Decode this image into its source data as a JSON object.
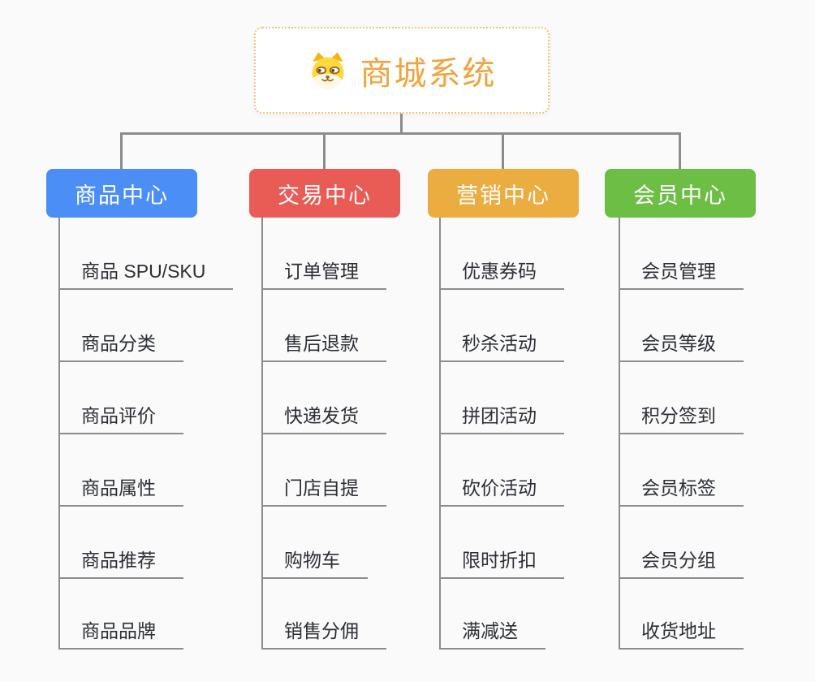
{
  "page": {
    "background": "#fafafa"
  },
  "root": {
    "title": "商城系统",
    "icon": "shiba-dog-icon",
    "text_color": "#F0A43E",
    "border_color": "#F2C479"
  },
  "connector_color": "#8c8c8c",
  "branches": [
    {
      "label": "商品中心",
      "color": "#4B8EF6",
      "items": [
        "商品 SPU/SKU",
        "商品分类",
        "商品评价",
        "商品属性",
        "商品推荐",
        "商品品牌"
      ]
    },
    {
      "label": "交易中心",
      "color": "#E95B55",
      "items": [
        "订单管理",
        "售后退款",
        "快递发货",
        "门店自提",
        "购物车",
        "销售分佣"
      ]
    },
    {
      "label": "营销中心",
      "color": "#EBAC40",
      "items": [
        "优惠券码",
        "秒杀活动",
        "拼团活动",
        "砍价活动",
        "限时折扣",
        "满减送"
      ]
    },
    {
      "label": "会员中心",
      "color": "#6CBE44",
      "items": [
        "会员管理",
        "会员等级",
        "积分签到",
        "会员标签",
        "会员分组",
        "收货地址"
      ]
    }
  ]
}
